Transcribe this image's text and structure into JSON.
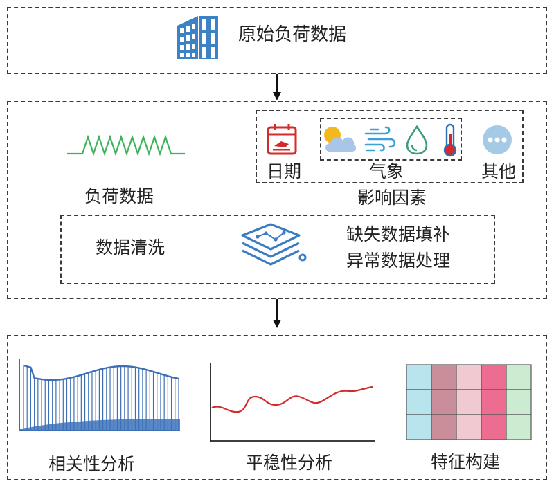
{
  "top": {
    "title": "原始负荷数据"
  },
  "middle": {
    "load_label": "负荷数据",
    "factors": {
      "title": "影响因素",
      "date": "日期",
      "weather": "气象",
      "other": "其他"
    },
    "cleaning": {
      "title": "数据清洗",
      "line1": "缺失数据填补",
      "line2": "异常数据处理"
    }
  },
  "bottom": {
    "correlation": "相关性分析",
    "stationarity": "平稳性分析",
    "features": "特征构建"
  },
  "colors": {
    "building_blue": "#3d82c4",
    "wave_green": "#3cb35a",
    "date_red": "#d42a2a",
    "sun_yellow": "#f2b81d",
    "cloud_blue": "#a9c5e8",
    "wind_blue": "#3aa0d5",
    "drop_green": "#3d9b7e",
    "thermo_blue": "#2c6fb5",
    "thermo_red": "#d7262c",
    "other_dot_bg": "#a5cae6",
    "layers_blue": "#3b7dc4",
    "plot_line_blue": "#3d6fb5",
    "plot_red": "#d22b2b"
  },
  "feature_grid_colors": [
    [
      "#b8e4ee",
      "#c98e9a",
      "#f0c9d1",
      "#ec6d90",
      "#ccecd2"
    ],
    [
      "#b8e4ee",
      "#c98e9a",
      "#f0c9d1",
      "#ec6d90",
      "#ccecd2"
    ],
    [
      "#b8e4ee",
      "#c98e9a",
      "#f0c9d1",
      "#ec6d90",
      "#ccecd2"
    ]
  ]
}
